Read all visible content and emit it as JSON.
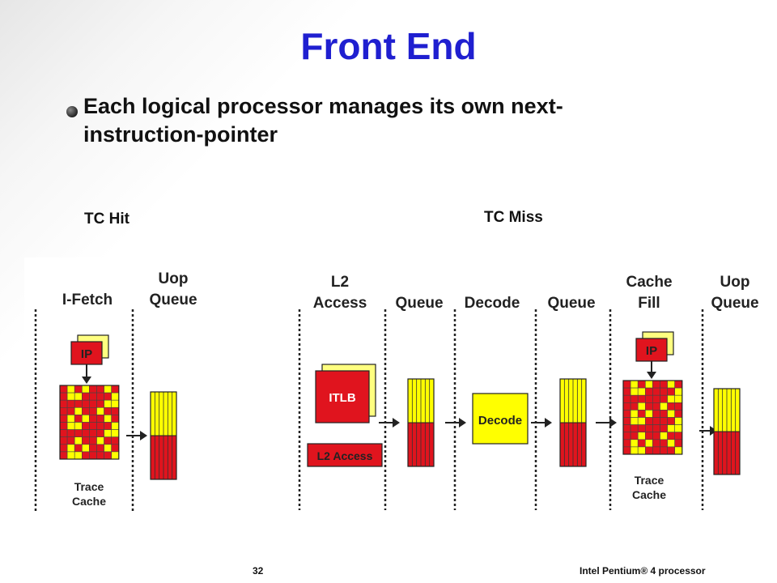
{
  "slide": {
    "title": "Front End",
    "bullet": "Each logical processor manages its own next-instruction-pointer",
    "tc_hit_label": "TC Hit",
    "tc_miss_label": "TC Miss"
  },
  "tc_hit": {
    "stage1_line1": "I-Fetch",
    "stage2_line1": "Uop",
    "stage2_line2": "Queue",
    "ip_label": "IP",
    "trace_line1": "Trace",
    "trace_line2": "Cache"
  },
  "tc_miss": {
    "stage1_line1": "L2",
    "stage1_line2": "Access",
    "stage2_line1": "Queue",
    "stage3_line1": "Decode",
    "stage4_line1": "Queue",
    "stage5_line1": "Cache",
    "stage5_line2": "Fill",
    "stage6_line1": "Uop",
    "stage6_line2": "Queue",
    "itlb_label": "ITLB",
    "l2_access_box": "L2 Access",
    "decode_box": "Decode",
    "ip_label": "IP",
    "trace_line1": "Trace",
    "trace_line2": "Cache"
  },
  "footer": {
    "page_number": "32",
    "processor": "Intel Pentium® 4 processor"
  },
  "colors": {
    "title": "#1f1fd0",
    "red": "#e0141e",
    "dark_red": "#b01018",
    "yellow": "#ffff00",
    "pale_yellow": "#ffff80",
    "text": "#111111"
  }
}
